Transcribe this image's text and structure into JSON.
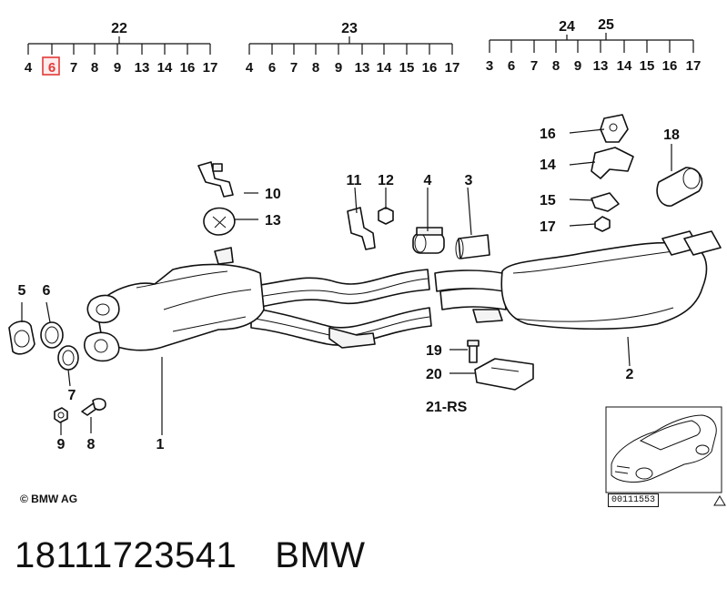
{
  "groups": [
    {
      "label": "22",
      "items": [
        "4",
        "6",
        "7",
        "8",
        "9",
        "13",
        "14",
        "16",
        "17"
      ],
      "highlight": "6"
    },
    {
      "label": "23",
      "items": [
        "4",
        "6",
        "7",
        "8",
        "9",
        "13",
        "14",
        "15",
        "16",
        "17"
      ]
    },
    {
      "labels": [
        "24",
        "25"
      ],
      "items": [
        "3",
        "6",
        "7",
        "8",
        "9",
        "13",
        "14",
        "15",
        "16",
        "17"
      ]
    }
  ],
  "callouts": {
    "c1": "1",
    "c2": "2",
    "c3": "3",
    "c4": "4",
    "c5": "5",
    "c6": "6",
    "c7": "7",
    "c8": "8",
    "c9": "9",
    "c10": "10",
    "c11": "11",
    "c12": "12",
    "c13": "13",
    "c14": "14",
    "c15": "15",
    "c16": "16",
    "c17": "17",
    "c18": "18",
    "c19": "19",
    "c20": "20",
    "c21": "21-RS"
  },
  "copyright": "© BMW AG",
  "reference_number": "00111553",
  "part_number": "18111723541",
  "brand": "BMW",
  "highlight_color": "#e23a3a"
}
